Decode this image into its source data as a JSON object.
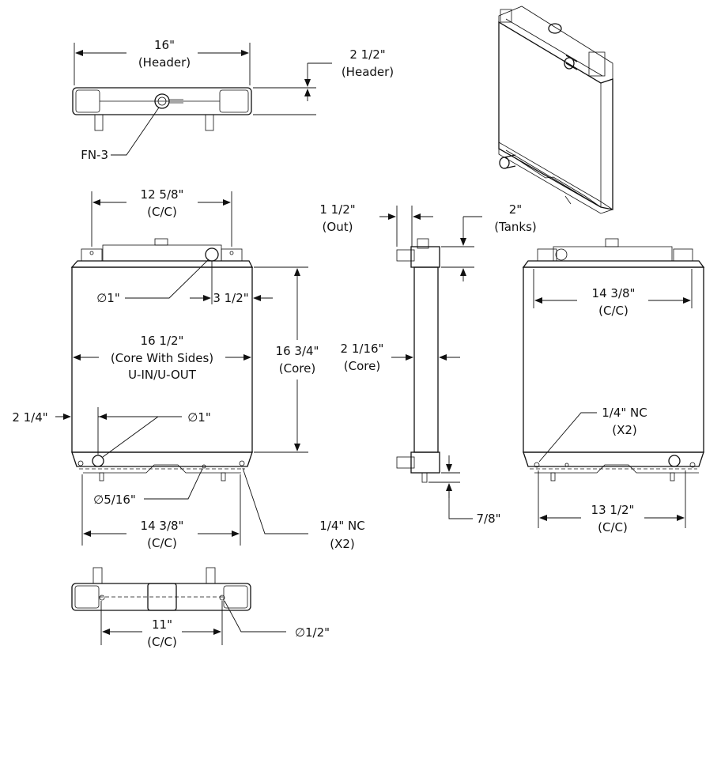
{
  "top_view": {
    "width_value": "16\"",
    "width_note": "(Header)",
    "height_value": "2 1/2\"",
    "height_note": "(Header)",
    "filler_neck": "FN-3"
  },
  "front_view": {
    "mount_cc_value": "12 5/8\"",
    "mount_cc_note": "(C/C)",
    "outlet_dia": "∅1\"",
    "outlet_offset": "3 1/2\"",
    "core_width_value": "16 1/2\"",
    "core_width_note": "(Core With Sides)",
    "flow_type": "U-IN/U-OUT",
    "core_height_value": "16 3/4\"",
    "core_height_note": "(Core)",
    "inlet_offset": "2 1/4\"",
    "inlet_dia": "∅1\"",
    "drain_dia": "∅5/16\"",
    "bottom_cc_value": "14 3/8\"",
    "bottom_cc_note": "(C/C)",
    "thread_value": "1/4\" NC",
    "thread_note": "(X2)"
  },
  "side_view": {
    "outlet_value": "1 1/2\"",
    "outlet_note": "(Out)",
    "tank_value": "2\"",
    "tank_note": "(Tanks)",
    "core_depth_value": "2 1/16\"",
    "core_depth_note": "(Core)",
    "bottom_offset": "7/8\""
  },
  "rear_view": {
    "top_cc_value": "14 3/8\"",
    "top_cc_note": "(C/C)",
    "thread_value": "1/4\" NC",
    "thread_note": "(X2)",
    "bottom_cc_value": "13 1/2\"",
    "bottom_cc_note": "(C/C)"
  },
  "bottom_view": {
    "cc_value": "11\"",
    "cc_note": "(C/C)",
    "hole_dia": "∅1/2\""
  }
}
